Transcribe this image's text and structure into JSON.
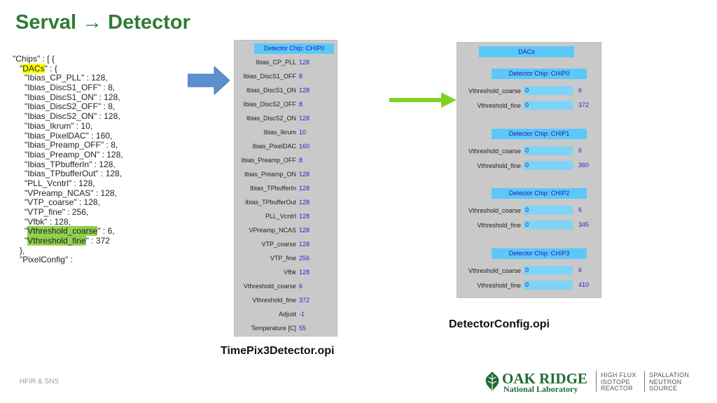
{
  "title": "Serval → Detector",
  "json_text": {
    "l1": "\"Chips\" : [ {",
    "dacs_open_q": "\"",
    "dacs_key": "DACs",
    "dacs_close": "\" : {",
    "entries": [
      "\"Ibias_CP_PLL\" : 128,",
      "\"Ibias_DiscS1_OFF\" : 8,",
      "\"Ibias_DiscS1_ON\" : 128,",
      "\"Ibias_DiscS2_OFF\" : 8,",
      "\"Ibias_DiscS2_ON\" : 128,",
      "\"Ibias_Ikrum\" : 10,",
      "\"Ibias_PixelDAC\" : 160,",
      "\"Ibias_Preamp_OFF\" : 8,",
      "\"Ibias_Preamp_ON\" : 128,",
      "\"Ibias_TPbufferIn\" : 128,",
      "\"Ibias_TPbufferOut\" : 128,",
      "\"PLL_Vcntrl\" : 128,",
      "\"VPreamp_NCAS\" : 128,",
      "\"VTP_coarse\" : 128,",
      "\"VTP_fine\" : 256,",
      "\"Vfbk\" : 128,"
    ],
    "vc_q": "\"",
    "vc_key": "Vthreshold_coarse",
    "vc_rest": "\" : 6,",
    "vf_q": "\"",
    "vf_key": "Vthreshold_fine",
    "vf_rest": "\" : 372",
    "close": "},",
    "pixel": "\"PixelConfig\" :"
  },
  "panel1": {
    "header": "Detector Chip: CHIP0",
    "rows": [
      {
        "label": "Ibias_CP_PLL",
        "value": "128"
      },
      {
        "label": "Ibias_DiscS1_OFF",
        "value": "8"
      },
      {
        "label": "Ibias_DiscS1_ON",
        "value": "128"
      },
      {
        "label": "Ibias_DiscS2_OFF",
        "value": "8"
      },
      {
        "label": "Ibias_DiscS2_ON",
        "value": "128"
      },
      {
        "label": "Ibias_Ikrum",
        "value": "10"
      },
      {
        "label": "Ibias_PixelDAC",
        "value": "160"
      },
      {
        "label": "Ibias_Preamp_OFF",
        "value": "8"
      },
      {
        "label": "Ibias_Preamp_ON",
        "value": "128"
      },
      {
        "label": "Ibias_TPbufferIn",
        "value": "128"
      },
      {
        "label": "Ibias_TPbufferOut",
        "value": "128"
      },
      {
        "label": "PLL_Vcntrl",
        "value": "128"
      },
      {
        "label": "VPreamp_NCAS",
        "value": "128"
      },
      {
        "label": "VTP_coarse",
        "value": "128"
      },
      {
        "label": "VTP_fine",
        "value": "256"
      },
      {
        "label": "Vfbk",
        "value": "128"
      },
      {
        "label": "Vthreshold_coarse",
        "value": "6"
      },
      {
        "label": "Vthreshold_fine",
        "value": "372"
      },
      {
        "label": "Adjust",
        "value": "-1"
      },
      {
        "label": "Temperature [C]",
        "value": "55"
      }
    ]
  },
  "panel2": {
    "dacs_button": "DACs",
    "chips": [
      {
        "header": "Detector Chip: CHIP0",
        "coarse_label": "Vthreshold_coarse",
        "coarse_input": "0",
        "coarse_value": "6",
        "fine_label": "Vthreshold_fine",
        "fine_input": "0",
        "fine_value": "372"
      },
      {
        "header": "Detector Chip: CHIP1",
        "coarse_label": "Vthreshold_coarse",
        "coarse_input": "0",
        "coarse_value": "6",
        "fine_label": "Vthreshold_fine",
        "fine_input": "0",
        "fine_value": "360"
      },
      {
        "header": "Detector Chip: CHIP2",
        "coarse_label": "Vthreshold_coarse",
        "coarse_input": "0",
        "coarse_value": "6",
        "fine_label": "Vthreshold_fine",
        "fine_input": "0",
        "fine_value": "345"
      },
      {
        "header": "Detector Chip: CHIP3",
        "coarse_label": "Vthreshold_coarse",
        "coarse_input": "0",
        "coarse_value": "6",
        "fine_label": "Vthreshold_fine",
        "fine_input": "0",
        "fine_value": "410"
      }
    ]
  },
  "captions": {
    "timepix": "TimePix3Detector.opi",
    "detector_config": "DetectorConfig.opi"
  },
  "footer": "HFIR & SNS",
  "logo": {
    "oak_ridge": "OAK RIDGE",
    "national_lab": "National Laboratory",
    "hfir_1": "HIGH FLUX",
    "hfir_2": "ISOTOPE",
    "hfir_3": "REACTOR",
    "sns_1": "SPALLATION",
    "sns_2": "NEUTRON",
    "sns_3": "SOURCE"
  },
  "colors": {
    "title_green": "#2e7d32",
    "highlight_yellow": "#ffff00",
    "highlight_green": "#92d050",
    "arrow_blue": "#5b8fce",
    "arrow_green": "#7ed321",
    "chip_header_blue": "#5cc8f8",
    "value_blue": "#2727c9",
    "panel_gray": "#c9c9c9"
  }
}
